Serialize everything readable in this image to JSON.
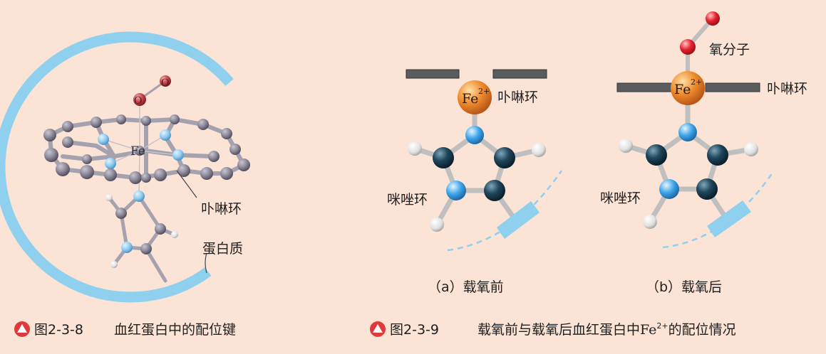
{
  "figure_left": {
    "atom_o_top": "O",
    "atom_o_bottom": "O",
    "atom_fe": "Fe",
    "label_porphyrin": "卟啉环",
    "label_protein": "蛋白质",
    "caption_id": "图2-3-8",
    "caption_text": "血红蛋白中的配位键"
  },
  "figure_right": {
    "panel_a": {
      "fe_text": "Fe",
      "fe_charge": "2+",
      "label_porphyrin": "卟啉环",
      "label_imidazole": "咪唑环",
      "caption": "（a）载氧前"
    },
    "panel_b": {
      "fe_text": "Fe",
      "fe_charge": "2+",
      "label_oxygen": "氧分子",
      "label_porphyrin": "卟啉环",
      "label_imidazole": "咪唑环",
      "caption": "（b）载氧后"
    },
    "caption_id": "图2-3-9",
    "caption_text_before": "载氧前与载氧后血红蛋白中",
    "caption_fe": "Fe",
    "caption_charge": "2+",
    "caption_text_after": "的配位情况"
  },
  "colors": {
    "background": "#fbe3d6",
    "protein_arc": "#8fd0ef",
    "gray_atom": "#8e8a99",
    "nitrogen": "#8fcaf0",
    "oxygen": "#c8424a",
    "iron_sphere": "#ef8a2a",
    "dark_atom": "#17374a",
    "caption_icon": "#e0393c"
  },
  "icons": [
    "caption-triangle-icon"
  ]
}
